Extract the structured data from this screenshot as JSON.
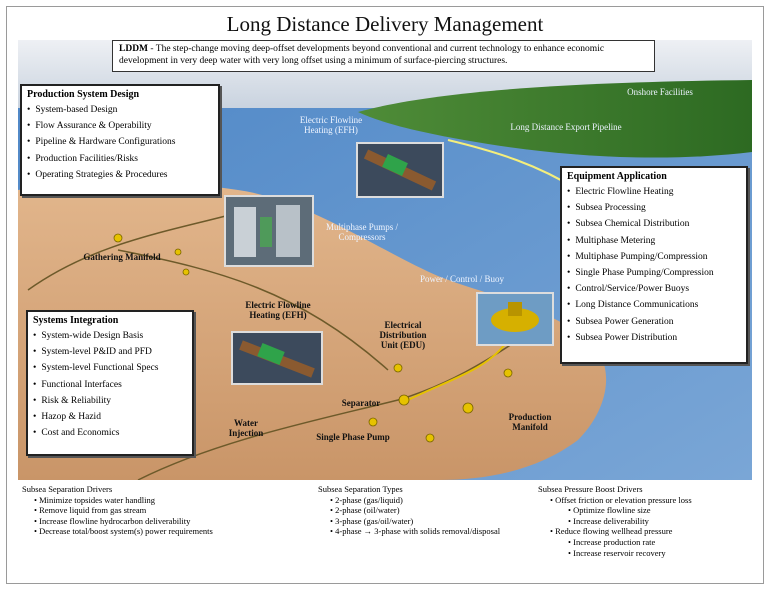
{
  "title": "Long Distance Delivery Management",
  "intro": {
    "term": "LDDM",
    "text": " - The step-change moving deep-offset developments beyond conventional and current technology to enhance economic development in very deep water with very long offset using a minimum of surface-piercing structures."
  },
  "production_system_design": {
    "title": "Production System Design",
    "items": [
      "System-based Design",
      "Flow Assurance & Operability",
      "Pipeline & Hardware Configurations",
      "Production Facilities/Risks",
      "Operating Strategies & Procedures"
    ]
  },
  "systems_integration": {
    "title": "Systems Integration",
    "items": [
      "System-wide Design Basis",
      "System-level P&ID and PFD",
      "System-level Functional Specs",
      "Functional Interfaces",
      "Risk & Reliability",
      "Hazop & Hazid",
      "Cost and Economics"
    ]
  },
  "equipment_application": {
    "title": "Equipment Application",
    "items": [
      "Electric Flowline Heating",
      "Subsea Processing",
      "Subsea Chemical Distribution",
      "Multiphase Metering",
      "Multiphase Pumping/Compression",
      "Single Phase Pumping/Compression",
      "Control/Service/Power Buoys",
      "Long Distance Communications",
      "Subsea Power Generation",
      "Subsea Power Distribution"
    ]
  },
  "scene_labels": {
    "onshore": "Onshore Facilities",
    "export_pipeline": "Long Distance Export Pipeline",
    "efh_top": "Electric Flowline Heating (EFH)",
    "multiphase_pumps": "Multiphase Pumps / Compressors",
    "buoy": "Power / Control / Buoy",
    "gathering_manifold": "Gathering Manifold",
    "efh_mid": "Electric Flowline Heating (EFH)",
    "edu": "Electrical Distribution Unit (EDU)",
    "separator": "Separator",
    "water_injection": "Water Injection",
    "single_phase_pump": "Single Phase Pump",
    "production_manifold": "Production Manifold"
  },
  "bottom": {
    "separation_drivers": {
      "title": "Subsea Separation Drivers",
      "items": [
        "Minimize topsides water handling",
        "Remove liquid from gas stream",
        "Increase flowline hydrocarbon deliverability",
        "Decrease total/boost system(s) power requirements"
      ]
    },
    "separation_types": {
      "title": "Subsea Separation Types",
      "items": [
        "2-phase (gas/liquid)",
        "2-phase (oil/water)",
        "3-phase (gas/oil/water)",
        "4-phase → 3-phase with solids removal/disposal"
      ]
    },
    "pressure_boost_drivers": {
      "title": "Subsea Pressure Boost Drivers",
      "item1": "Offset friction or elevation pressure loss",
      "item1_subs": [
        "Optimize flowline size",
        "Increase deliverability"
      ],
      "item2": "Reduce flowing wellhead pressure",
      "item2_subs": [
        "Increase production rate",
        "Increase reservoir recovery"
      ]
    }
  },
  "colors": {
    "water": "#6f99cc",
    "seabed": "#d4a57a",
    "land": "#3e7a2e",
    "accent": "#e6c200"
  }
}
